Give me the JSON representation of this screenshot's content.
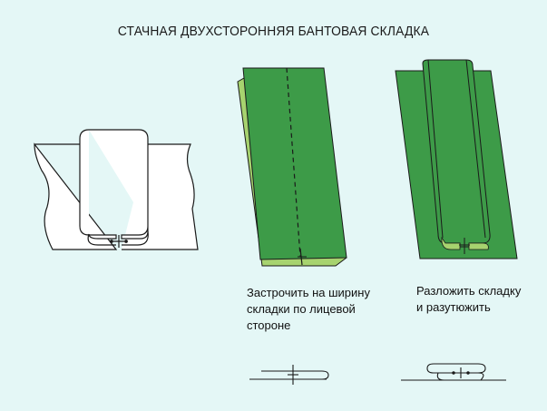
{
  "title": "СТАЧНАЯ ДВУХСТОРОННЯЯ БАНТОВАЯ СКЛАДКА",
  "captions": {
    "step1": [
      "Застрочить на ширину",
      "складки по лицевой",
      "стороне"
    ],
    "step2": [
      "Разложить складку",
      "и разутюжить"
    ]
  },
  "colors": {
    "background": "#e4f7f6",
    "fabric_face": "#3d9b48",
    "fabric_back": "#a7d36f",
    "outline": "#1a1a1a"
  }
}
